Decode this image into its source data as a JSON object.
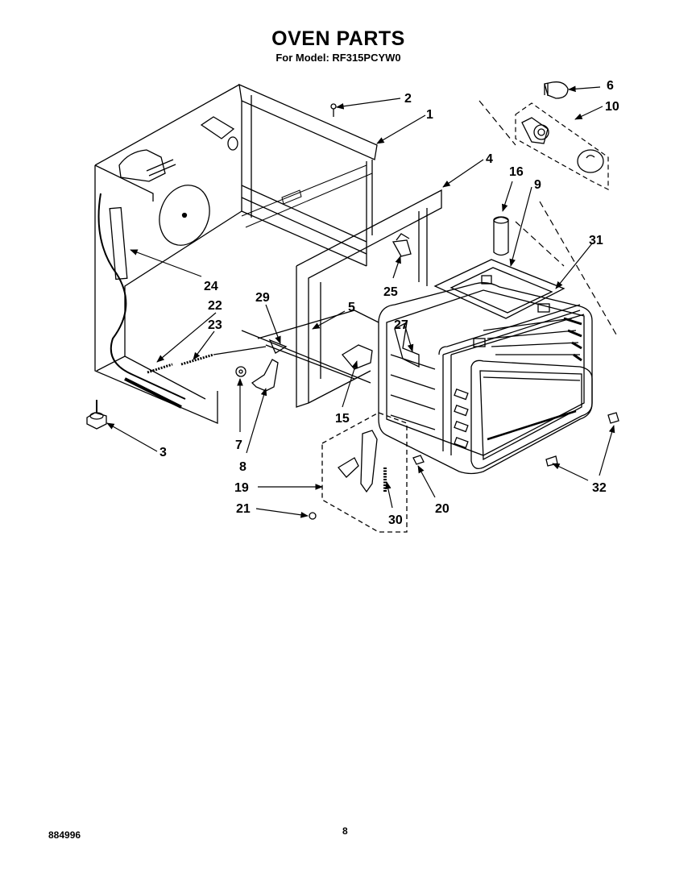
{
  "title": "OVEN PARTS",
  "subtitle": "For Model: RF315PCYW0",
  "footer": {
    "code": "884996",
    "page": "8"
  },
  "callouts": {
    "c1": "1",
    "c2": "2",
    "c3": "3",
    "c4": "4",
    "c5": "5",
    "c6": "6",
    "c7": "7",
    "c8": "8",
    "c9": "9",
    "c10": "10",
    "c15": "15",
    "c16": "16",
    "c19": "19",
    "c20": "20",
    "c21": "21",
    "c22": "22",
    "c23": "23",
    "c24": "24",
    "c25": "25",
    "c27": "27",
    "c29": "29",
    "c30": "30",
    "c31": "31",
    "c32": "32"
  }
}
